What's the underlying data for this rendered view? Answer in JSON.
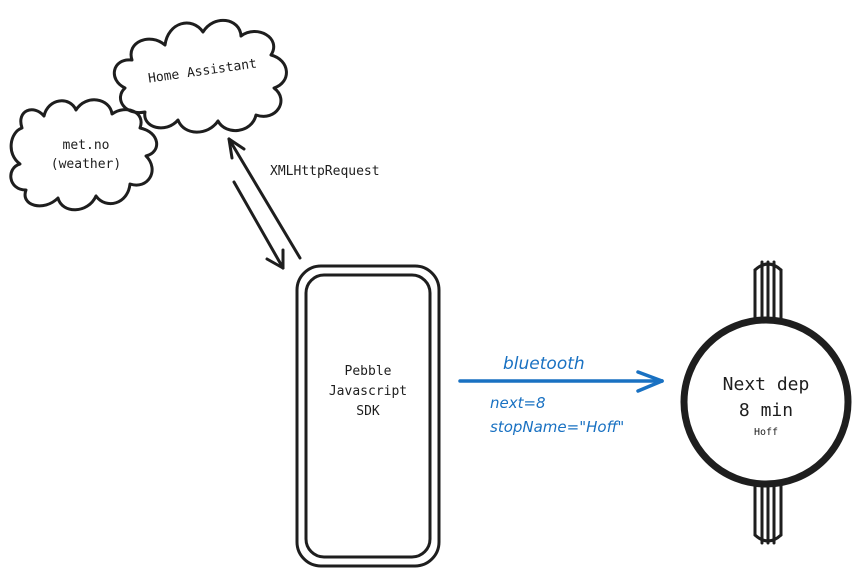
{
  "diagram": {
    "clouds": {
      "home_assistant": "Home Assistant",
      "metno_line1": "met.no",
      "metno_line2": "(weather)"
    },
    "request_label": "XMLHttpRequest",
    "phone": {
      "line1": "Pebble",
      "line2": "Javascript",
      "line3": "SDK"
    },
    "link": {
      "label": "bluetooth",
      "payload_line1": "next=8",
      "payload_line2": "stopName=\"Hoff\""
    },
    "watch": {
      "line1": "Next dep",
      "line2": "8 min",
      "line3": "Hoff"
    },
    "colors": {
      "stroke": "#1e1e1e",
      "accent": "#1971c2",
      "background": "#ffffff"
    }
  }
}
